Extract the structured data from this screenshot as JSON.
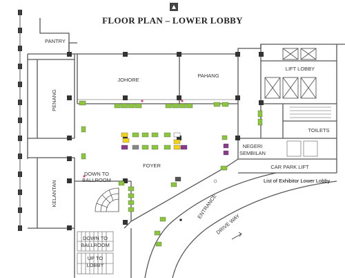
{
  "title": "FLOOR PLAN – LOWER LOBBY",
  "logo_icon": "hotel-logo-icon",
  "caption": "List of Exhibitor Lower Lobby",
  "rooms": {
    "pantry": "PANTRY",
    "johore": "JOHORE",
    "pahang": "PAHANG",
    "penang": "PENANG",
    "foyer": "FOYER",
    "kelantan": "KELANTAN",
    "negeri_sembilan": [
      "NEGERI",
      "SEMBILAN"
    ],
    "lift_lobby": "LIFT LOBBY",
    "toilets": "TOILETS",
    "car_park_lift": "CAR PARK LIFT",
    "down_to_ballroom_top": [
      "DOWN TO",
      "BALLROOM"
    ],
    "down_to_ballroom_bottom": [
      "DOWN TO",
      "BALLROOM"
    ],
    "up_to_lobby": [
      "UP TO",
      "LOBBY"
    ],
    "entrance": "ENTRANCE",
    "drive_way": "DRIVE WAY"
  },
  "colors": {
    "wall": "#555555",
    "column": "#333333",
    "booth_green": "#8cc63f",
    "booth_yellow": "#f2d21b",
    "booth_purple": "#8a3b8f",
    "booth_pink": "#e0457b",
    "booth_gray": "#888888"
  }
}
